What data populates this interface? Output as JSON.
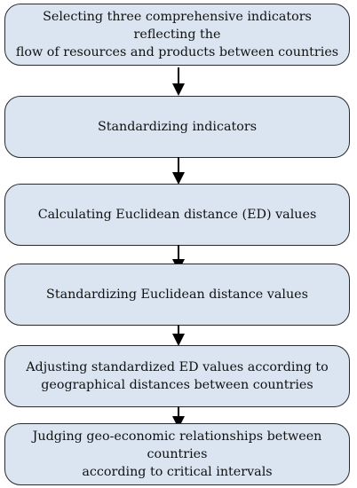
{
  "steps": [
    {
      "label": "Selecting three comprehensive indicators reflecting the\nflow of resources and products between countries"
    },
    {
      "label": "Standardizing indicators"
    },
    {
      "label": "Calculating Euclidean distance (ED) values"
    },
    {
      "label": "Standardizing Euclidean distance values"
    },
    {
      "label": "Adjusting standardized ED values according to\ngeographical distances between countries"
    },
    {
      "label": "Judging geo-economic relationships between countries\naccording to critical intervals"
    }
  ],
  "colors": {
    "box_fill": "#dbe5f1",
    "box_border": "#2b2b2b",
    "arrow": "#000000"
  }
}
